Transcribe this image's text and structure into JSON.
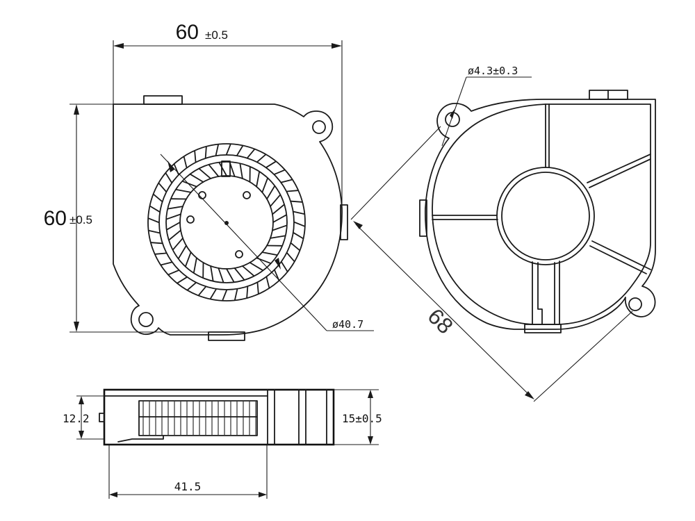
{
  "dimensions": {
    "top_width_value": "60",
    "top_width_tol": "±0.5",
    "left_height_value": "60",
    "left_height_tol": "±0.5",
    "impeller_dia": "ø40.7",
    "hole_dia": "ø4.3±0.3",
    "diagonal": "68",
    "side_height": "12.2",
    "side_total": "15±0.5",
    "side_width": "41.5"
  },
  "icons": {
    "front": "blower-front-view-icon",
    "back": "blower-back-view-icon",
    "side": "blower-side-view-icon"
  }
}
